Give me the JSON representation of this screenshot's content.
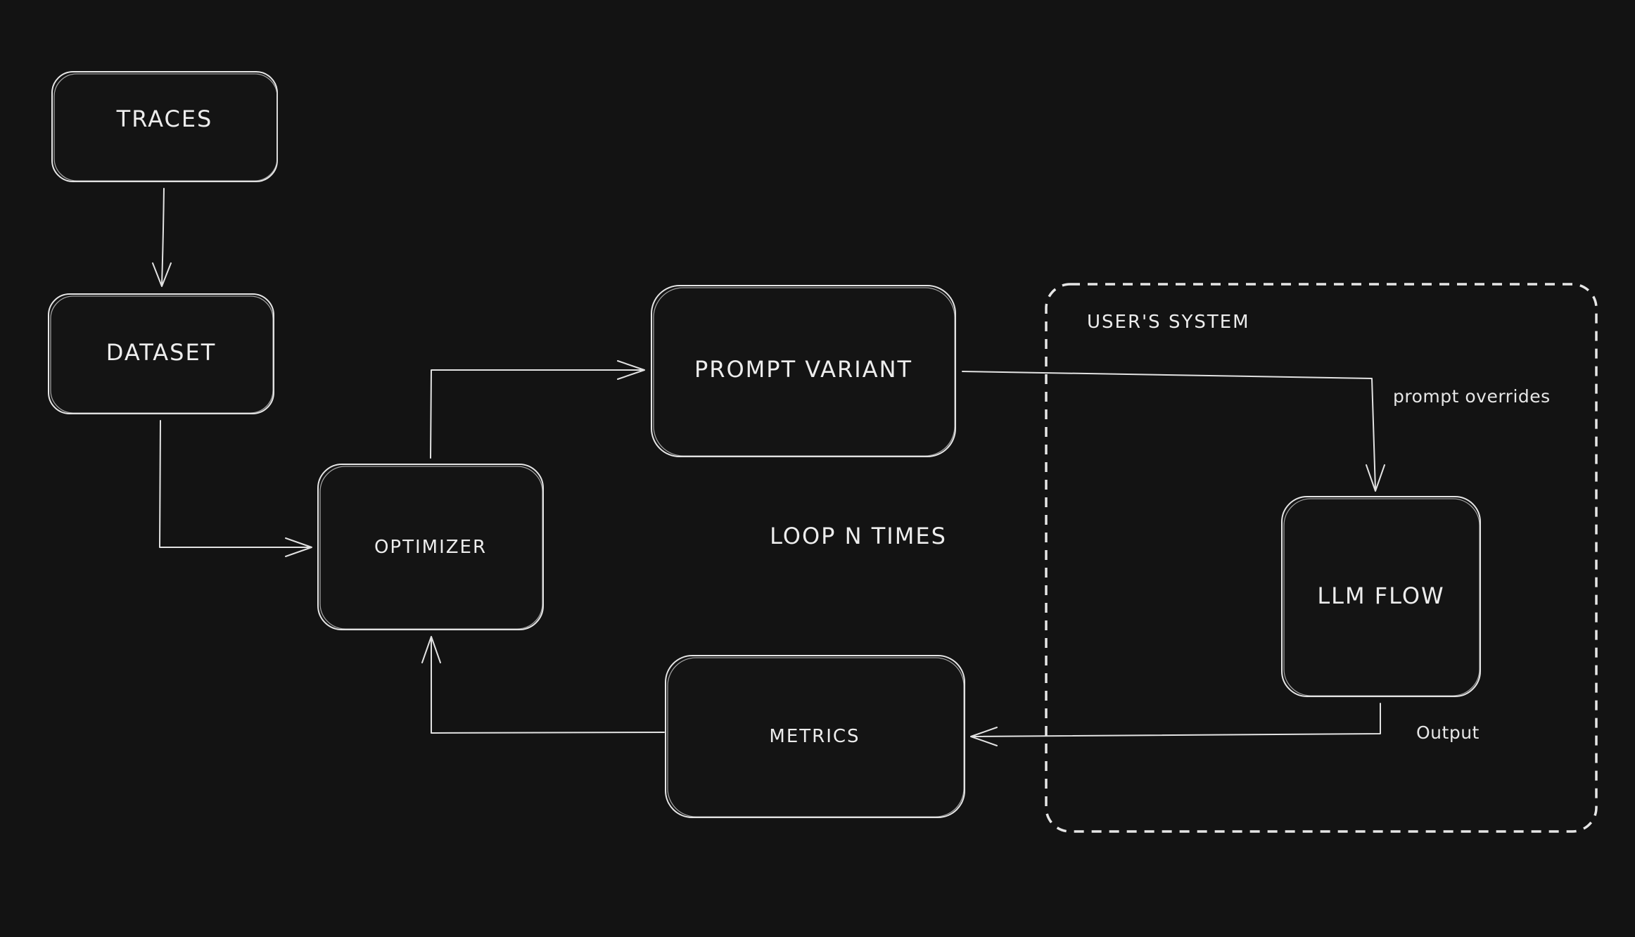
{
  "diagram": {
    "nodes": {
      "traces": "TRACES",
      "dataset": "DATASET",
      "optimizer": "OPTIMIZER",
      "prompt_variant": "PROMPT VARIANT",
      "metrics": "METRICS",
      "llm_flow": "LLM FLOW"
    },
    "group": {
      "users_system": "USER'S SYSTEM"
    },
    "annotations": {
      "loop": "LOOP N TIMES"
    },
    "edge_labels": {
      "prompt_overrides": "prompt overrides",
      "output": "Output"
    },
    "colors": {
      "background": "#131313",
      "stroke": "#e6e6e6",
      "text": "#ededed"
    }
  }
}
